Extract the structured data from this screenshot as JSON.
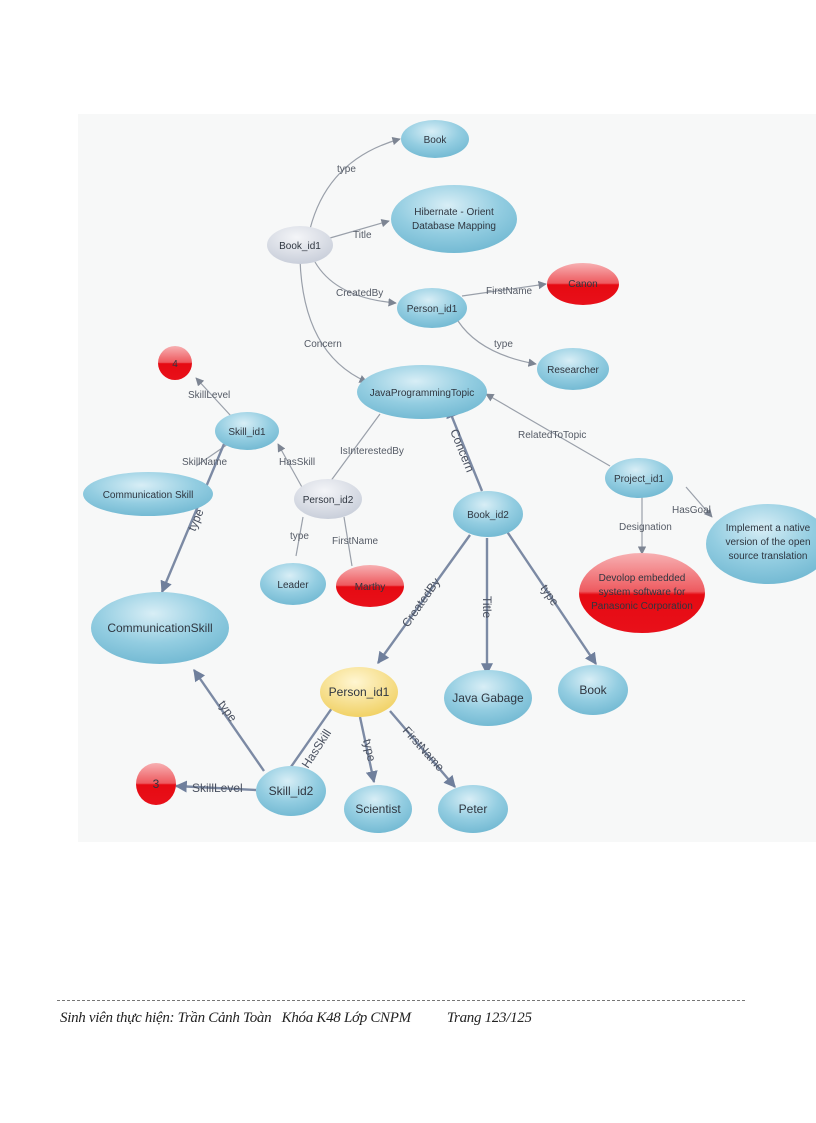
{
  "nodes": {
    "book_id1": "Book_id1",
    "book_top": "Book",
    "hibernate": [
      "Hibernate - Orient",
      "Database Mapping"
    ],
    "person_id1_top": "Person_id1",
    "canon": "Canon",
    "researcher": "Researcher",
    "four": "4",
    "skill_id1": "Skill_id1",
    "java_topic": "JavaProgrammingTopic",
    "communication_skill_small": "Communication Skill",
    "person_id2": "Person_id2",
    "project_id1": "Project_id1",
    "implement": [
      "Implement a native",
      "version of the open",
      "source translation"
    ],
    "book_id2": "Book_id2",
    "leader": "Leader",
    "marthy": "Marthy",
    "devolop": [
      "Devolop embedded",
      "system software for",
      "Panasonic Corporation"
    ],
    "communication_skill_big": "CommunicationSkill",
    "person_id1_main": "Person_id1",
    "java_gabage": "Java Gabage",
    "book_bottom": "Book",
    "three": "3",
    "skill_id2": "Skill_id2",
    "scientist": "Scientist",
    "peter": "Peter"
  },
  "edges": {
    "type_book": "type",
    "title_hibernate": "Title",
    "createdby_person": "CreatedBy",
    "firstname_canon": "FirstName",
    "type_researcher": "type",
    "concern_topic": "Concern",
    "skilllevel_4": "SkillLevel",
    "skillname": "SkillName",
    "hasskill_1": "HasSkill",
    "isinterestedby": "IsInterestedBy",
    "concern_book2": "Concern",
    "relatedtotopic": "RelatedToTopic",
    "hasgoal": "HasGoal",
    "designation": "Designation",
    "type_skill1": "type",
    "type_leader": "type",
    "firstname_marthy": "FirstName",
    "createdby_book2": "CreatedBy",
    "title_book2": "Title",
    "type_book2": "type",
    "type_skill2": "type",
    "hasskill_2": "HasSkill",
    "type_scientist": "type",
    "firstname_peter": "FirstName",
    "skilllevel_3": "SkillLevel"
  },
  "footer": {
    "student": "Sinh viên thực hiện: Trần Cảnh Toàn   Khóa K48 Lớp CNPM",
    "page": "Trang 123/125"
  },
  "colors": {
    "blue_node": "#8fcbe0",
    "red_node": "#e8101a",
    "grey_node": "#d9dde6",
    "yellow_node": "#f5dc7c",
    "edge": "#9aa0aa"
  }
}
